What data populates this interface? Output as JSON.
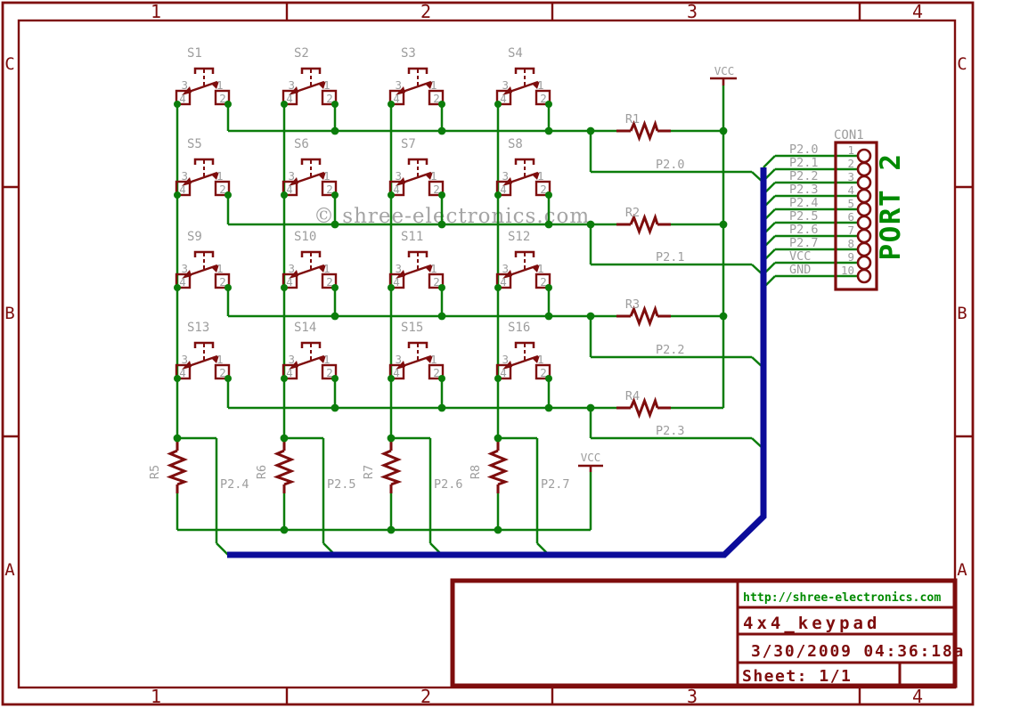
{
  "colors": {
    "background": "#ffffff",
    "symbol": "#7e0d0d",
    "wire": "#0b7d0b",
    "bus": "#0c0c9a",
    "gray_text": "#9d9d9d",
    "green_text": "#008a00"
  },
  "frame": {
    "column_labels": [
      "1",
      "2",
      "3",
      "4"
    ],
    "row_labels": [
      "C",
      "B",
      "A"
    ]
  },
  "watermark": "© shree-electronics.com",
  "keypad": {
    "switches": [
      "S1",
      "S2",
      "S3",
      "S4",
      "S5",
      "S6",
      "S7",
      "S8",
      "S9",
      "S10",
      "S11",
      "S12",
      "S13",
      "S14",
      "S15",
      "S16"
    ],
    "pin_labels": {
      "top_left": "3",
      "top_right": "1",
      "bottom_left": "4",
      "bottom_right": "2"
    }
  },
  "row_resistors": [
    {
      "name": "R1",
      "net": "P2.0"
    },
    {
      "name": "R2",
      "net": "P2.1"
    },
    {
      "name": "R3",
      "net": "P2.2"
    },
    {
      "name": "R4",
      "net": "P2.3"
    }
  ],
  "column_resistors": [
    {
      "name": "R5",
      "net": "P2.4"
    },
    {
      "name": "R6",
      "net": "P2.5"
    },
    {
      "name": "R7",
      "net": "P2.6"
    },
    {
      "name": "R8",
      "net": "P2.7"
    }
  ],
  "power": {
    "vcc": "VCC",
    "gnd": "GND"
  },
  "connector": {
    "name": "CON1",
    "port_label": "PORT 2",
    "pins": [
      {
        "number": "1",
        "net": "P2.0"
      },
      {
        "number": "2",
        "net": "P2.1"
      },
      {
        "number": "3",
        "net": "P2.2"
      },
      {
        "number": "4",
        "net": "P2.3"
      },
      {
        "number": "5",
        "net": "P2.4"
      },
      {
        "number": "6",
        "net": "P2.5"
      },
      {
        "number": "7",
        "net": "P2.6"
      },
      {
        "number": "8",
        "net": "P2.7"
      },
      {
        "number": "9",
        "net": "VCC"
      },
      {
        "number": "10",
        "net": "GND"
      }
    ]
  },
  "title_block": {
    "url": "http://shree-electronics.com",
    "project": "4x4_keypad",
    "date": "3/30/2009 04:36:18a",
    "sheet": "Sheet: 1/1"
  }
}
